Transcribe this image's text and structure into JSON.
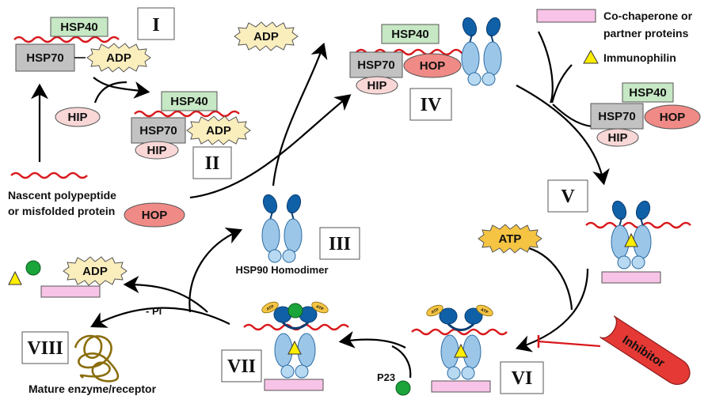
{
  "labels": {
    "hsp40": "HSP40",
    "hsp70": "HSP70",
    "adp": "ADP",
    "atp": "ATP",
    "hip": "HIP",
    "hop": "HOP",
    "p23": "P23",
    "minus_pi": "- Pi",
    "inhibitor": "Inhibitor",
    "nascent_line1": "Nascent polypeptide",
    "nascent_line2": "or misfolded protein",
    "hsp90_homodimer": "HSP90 Homodimer",
    "cochaperone_line1": "Co-chaperone or",
    "cochaperone_line2": "partner proteins",
    "immunophilin": "Immunophilin",
    "mature": "Mature enzyme/receptor"
  },
  "stages": [
    "I",
    "II",
    "III",
    "IV",
    "V",
    "VI",
    "VII",
    "VIII"
  ],
  "colors": {
    "hsp40_fill": "#c6e8c4",
    "hsp70_fill": "#c2c2c2",
    "hip_fill": "#f9d7d7",
    "hop_fill": "#f08a86",
    "adp_fill": "#fbeebd",
    "atp_fill": "#f5c443",
    "polypeptide": "#d9181c",
    "hsp90_light": "#9cc6e8",
    "hsp90_dark": "#1060a8",
    "cochaperone": "#f7c3e6",
    "immunophilin": "#ffee00",
    "p23_green": "#1aa43a",
    "inhibitor_fill": "#e53935",
    "mature_protein": "#8a6d0c"
  }
}
